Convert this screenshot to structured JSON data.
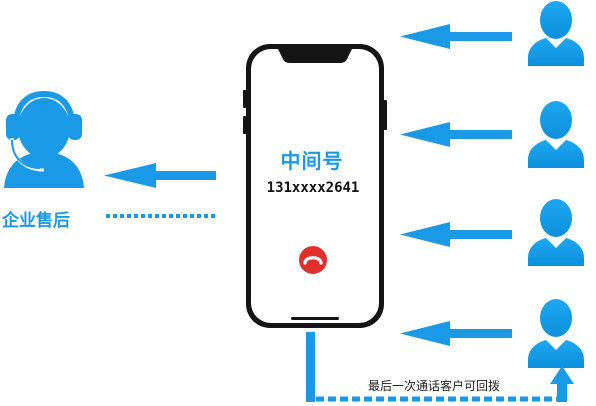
{
  "agent": {
    "label": "企业售后"
  },
  "phone": {
    "title": "中间号",
    "number": "131xxxx2641"
  },
  "callback": {
    "note": "最后一次通话客户可回拨"
  },
  "colors": {
    "accent": "#1a9ae6",
    "hangup": "#e0302c"
  },
  "icons": {
    "agent": "headset-agent-icon",
    "customer": "person-icon",
    "hangup": "hang-up-icon"
  }
}
